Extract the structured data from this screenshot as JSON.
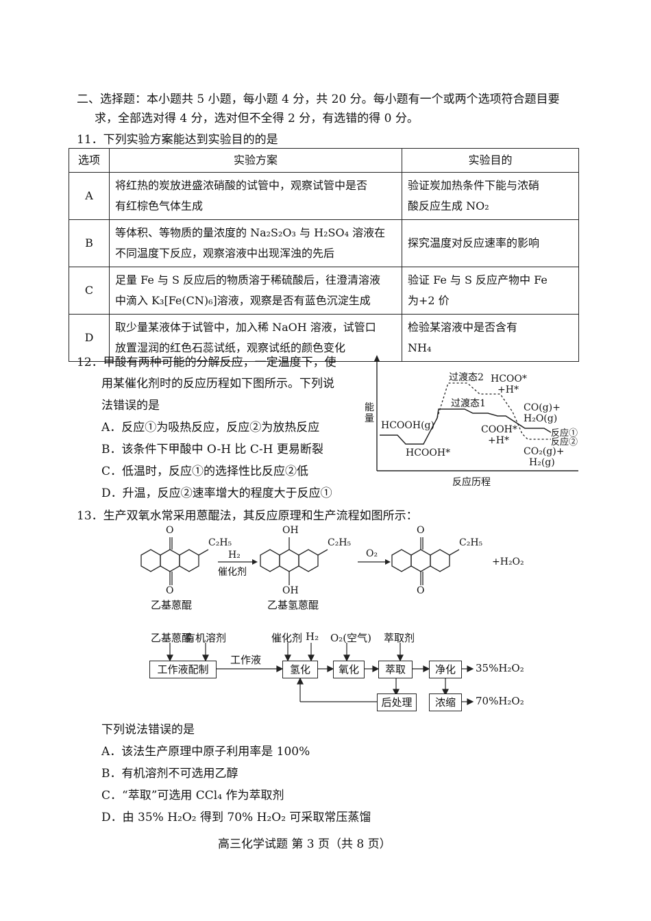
{
  "section": {
    "heading_line1": "二、选择题：本小题共 5 小题，每小题 4 分，共 20 分。每小题有一个或两个选项符合题目要",
    "heading_line2": "求，全部选对得 4 分，选对但不全得 2 分，有选错的得 0 分。"
  },
  "q11": {
    "stem": "11．下列实验方案能达到实验目的的是",
    "headers": [
      "选项",
      "实验方案",
      "实验目的"
    ],
    "rows": [
      {
        "opt": "A",
        "plan1": "将红热的炭放进盛浓硝酸的试管中，观察试管中是否",
        "plan2": "有红棕色气体生成",
        "aim1": "验证炭加热条件下能与浓硝",
        "aim2": "酸反应生成 NO₂"
      },
      {
        "opt": "B",
        "plan1": "等体积、等物质的量浓度的 Na₂S₂O₃ 与 H₂SO₄ 溶液在",
        "plan2": "不同温度下反应，观察溶液中出现浑浊的先后",
        "aim1": "探究温度对反应速率的影响",
        "aim2": ""
      },
      {
        "opt": "C",
        "plan1": "足量 Fe 与 S 反应后的物质溶于稀硫酸后，往澄清溶液",
        "plan2": "中滴入 K₃[Fe(CN)₆]溶液，观察是否有蓝色沉淀生成",
        "aim1": "验证 Fe 与 S 反应产物中 Fe",
        "aim2": "为+2 价"
      },
      {
        "opt": "D",
        "plan1": "取少量某液体于试管中，加入稀 NaOH 溶液，试管口",
        "plan2": "放置湿润的红色石蕊试纸，观察试纸的颜色变化",
        "aim1": "检验某溶液中是否含有",
        "aim2": "NH₄"
      }
    ]
  },
  "q12": {
    "stem1": "12．甲酸有两种可能的分解反应，一定温度下，使",
    "stem2": "用某催化剂时的反应历程如下图所示。下列说",
    "stem3": "法错误的是",
    "options": [
      "A．反应①为吸热反应，反应②为放热反应",
      "B．该条件下甲酸中 O-H 比 C-H 更易断裂",
      "C．低温时，反应①的选择性比反应②低",
      "D．升温，反应②速率增大的程度大于反应①"
    ],
    "diagram": {
      "ylabel": "能量",
      "xlabel": "反应历程",
      "hcooh_g": "HCOOH(g)",
      "hcooh_star": "HCOOH*",
      "ts2": "过渡态2",
      "ts1": "过渡态1",
      "hcoo": "HCOO*",
      "hcoo_h": "+H*",
      "cooh": "COOH*",
      "cooh_h": "+H*",
      "co": "CO(g)+",
      "h2o": "H₂O(g)",
      "r1": "反应①",
      "r2": "反应②",
      "co2": "CO₂(g)+",
      "h2": "H₂(g)"
    }
  },
  "q13": {
    "stem": "13．生产双氧水常采用蒽醌法，其反应原理和生产流程如图所示：",
    "scheme": {
      "o_top": "O",
      "o_bottom": "O",
      "oh_top": "OH",
      "oh_bottom": "OH",
      "et": "C₂H₅",
      "h2": "H₂",
      "cat": "催化剂",
      "o2": "O₂",
      "h2o2": "+H₂O₂",
      "name1": "乙基蒽醌",
      "name2": "乙基氢蒽醌"
    },
    "flow": {
      "in1": "乙基蒽醌",
      "in2": "有机溶剂",
      "prep": "工作液配制",
      "work": "工作液",
      "cat": "催化剂",
      "h2": "H₂",
      "o2": "O₂(空气)",
      "ext_agent": "萃取剂",
      "hydro": "氢化",
      "oxid": "氧化",
      "extract": "萃取",
      "purify": "净化",
      "post": "后处理",
      "conc": "浓缩",
      "out1": "35%H₂O₂",
      "out2": "70%H₂O₂"
    },
    "stem2": "下列说法错误的是",
    "options": [
      "A．该法生产原理中原子利用率是 100%",
      "B．有机溶剂不可选用乙醇",
      "C．“萃取”可选用 CCl₄ 作为萃取剂",
      "D．由 35% H₂O₂ 得到 70% H₂O₂ 可采取常压蒸馏"
    ]
  },
  "footer": "高三化学试题 第 3 页（共 8 页）"
}
